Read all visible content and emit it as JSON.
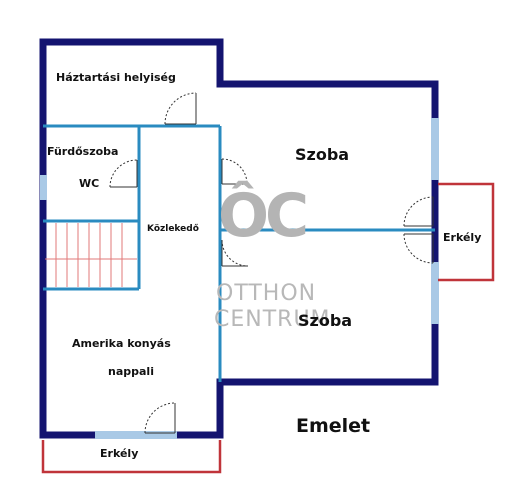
{
  "rooms": {
    "haztartasi": "Háztartási helyiség",
    "furdoszoba": "Fürdőszoba",
    "wc": "WC",
    "kozlekedo": "Közlekedő",
    "szoba_upper": "Szoba",
    "szoba_lower": "Szoba",
    "amerika_line1": "Amerika konyás",
    "amerika_line2": "nappali",
    "erkely_right": "Erkély",
    "erkely_bottom": "Erkély"
  },
  "floor_label": "Emelet",
  "watermark": {
    "logo_text": "ÔC",
    "line1": "OTTHON",
    "line2": "CENTRUM"
  },
  "colors": {
    "outer_wall": "#141470",
    "inner_wall": "#2a8bc0",
    "balcony": "#c0343a",
    "window": "#a9c9e6",
    "stair": "#e07a7a",
    "door": "#333333"
  }
}
